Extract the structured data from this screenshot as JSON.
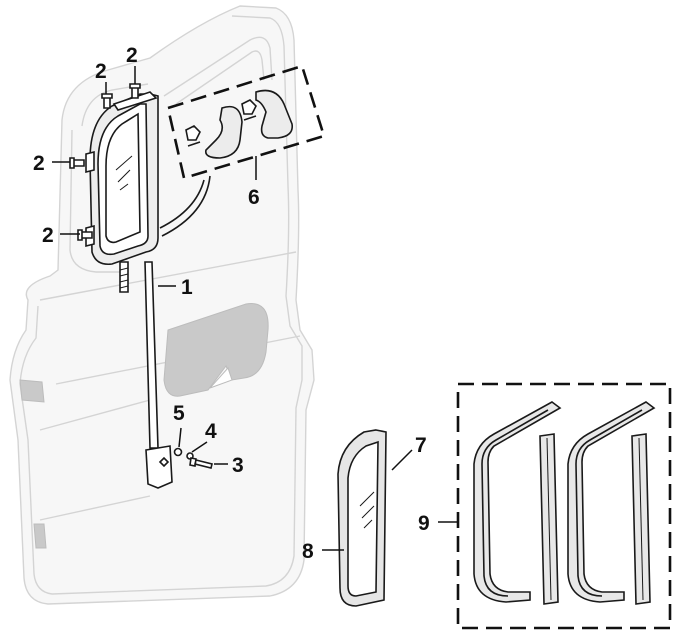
{
  "colors": {
    "door_outline": "#d4d4d4",
    "door_fill": "#f6f6f6",
    "panel_shade": "#c7c7c7",
    "part_stroke": "#1a1a1a",
    "part_fill": "#e9e9e9"
  },
  "callouts": {
    "c1": "1",
    "c2a": "2",
    "c2b": "2",
    "c2c": "2",
    "c2d": "2",
    "c3": "3",
    "c4": "4",
    "c5": "5",
    "c6": "6",
    "c7": "7",
    "c8": "8",
    "c9": "9"
  }
}
